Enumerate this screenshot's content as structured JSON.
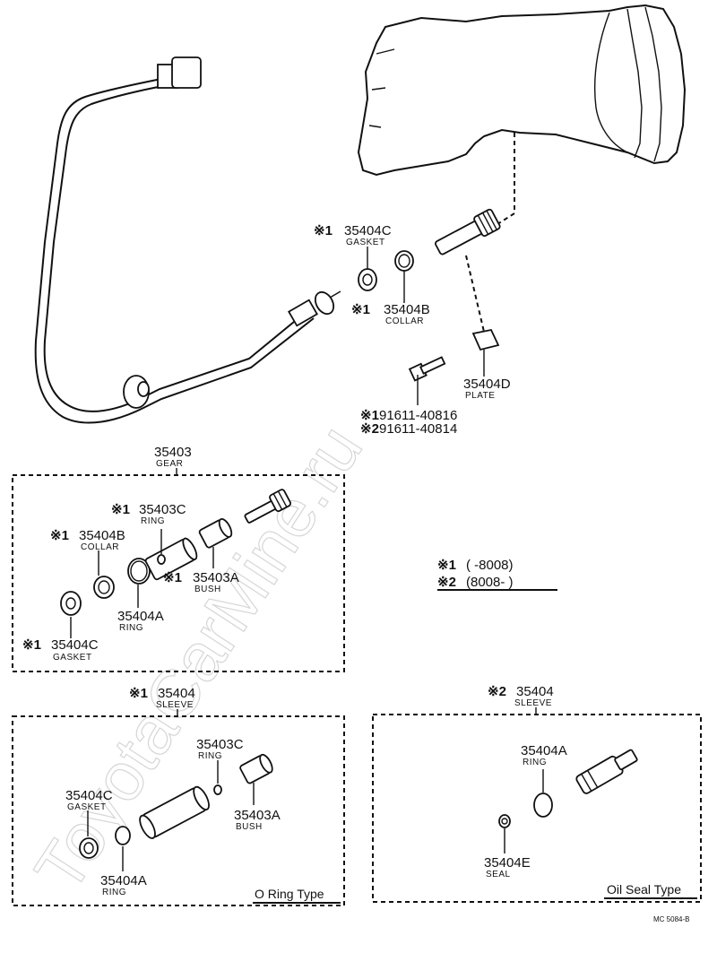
{
  "watermark": "ToyotaCarMine.ru",
  "top": {
    "gasket": {
      "marker": "※1",
      "number": "35404C",
      "name": "GASKET"
    },
    "collar": {
      "marker": "※1",
      "number": "35404B",
      "name": "COLLAR"
    },
    "plate": {
      "number": "35404D",
      "name": "PLATE"
    },
    "bolt": [
      {
        "marker": "※1",
        "number": "91611-40816"
      },
      {
        "marker": "※2",
        "number": "91611-40814"
      }
    ]
  },
  "gear_box": {
    "title_number": "35403",
    "title_name": "GEAR",
    "labels": {
      "ring_c": {
        "marker": "※1",
        "number": "35403C",
        "name": "RING"
      },
      "collar": {
        "marker": "※1",
        "number": "35404B",
        "name": "COLLAR"
      },
      "bush": {
        "marker": "※1",
        "number": "35403A",
        "name": "BUSH"
      },
      "ring_a": {
        "number": "35404A",
        "name": "RING"
      },
      "gasket": {
        "marker": "※1",
        "number": "35404C",
        "name": "GASKET"
      }
    }
  },
  "legend": [
    {
      "marker": "※1",
      "range": "(       -8008)"
    },
    {
      "marker": "※2",
      "range": "(8008-          )"
    }
  ],
  "sleeve_o_ring": {
    "marker": "※1",
    "title_number": "35404",
    "title_name": "SLEEVE",
    "labels": {
      "ring_c": {
        "number": "35403C",
        "name": "RING"
      },
      "gasket": {
        "number": "35404C",
        "name": "GASKET"
      },
      "bush": {
        "number": "35403A",
        "name": "BUSH"
      },
      "ring_a": {
        "number": "35404A",
        "name": "RING"
      }
    },
    "type_label": "O Ring Type"
  },
  "sleeve_oil_seal": {
    "marker": "※2",
    "title_number": "35404",
    "title_name": "SLEEVE",
    "labels": {
      "ring_a": {
        "number": "35404A",
        "name": "RING"
      },
      "seal": {
        "number": "35404E",
        "name": "SEAL"
      }
    },
    "type_label": "Oil Seal Type"
  },
  "footer_code": "MC 5084-B"
}
